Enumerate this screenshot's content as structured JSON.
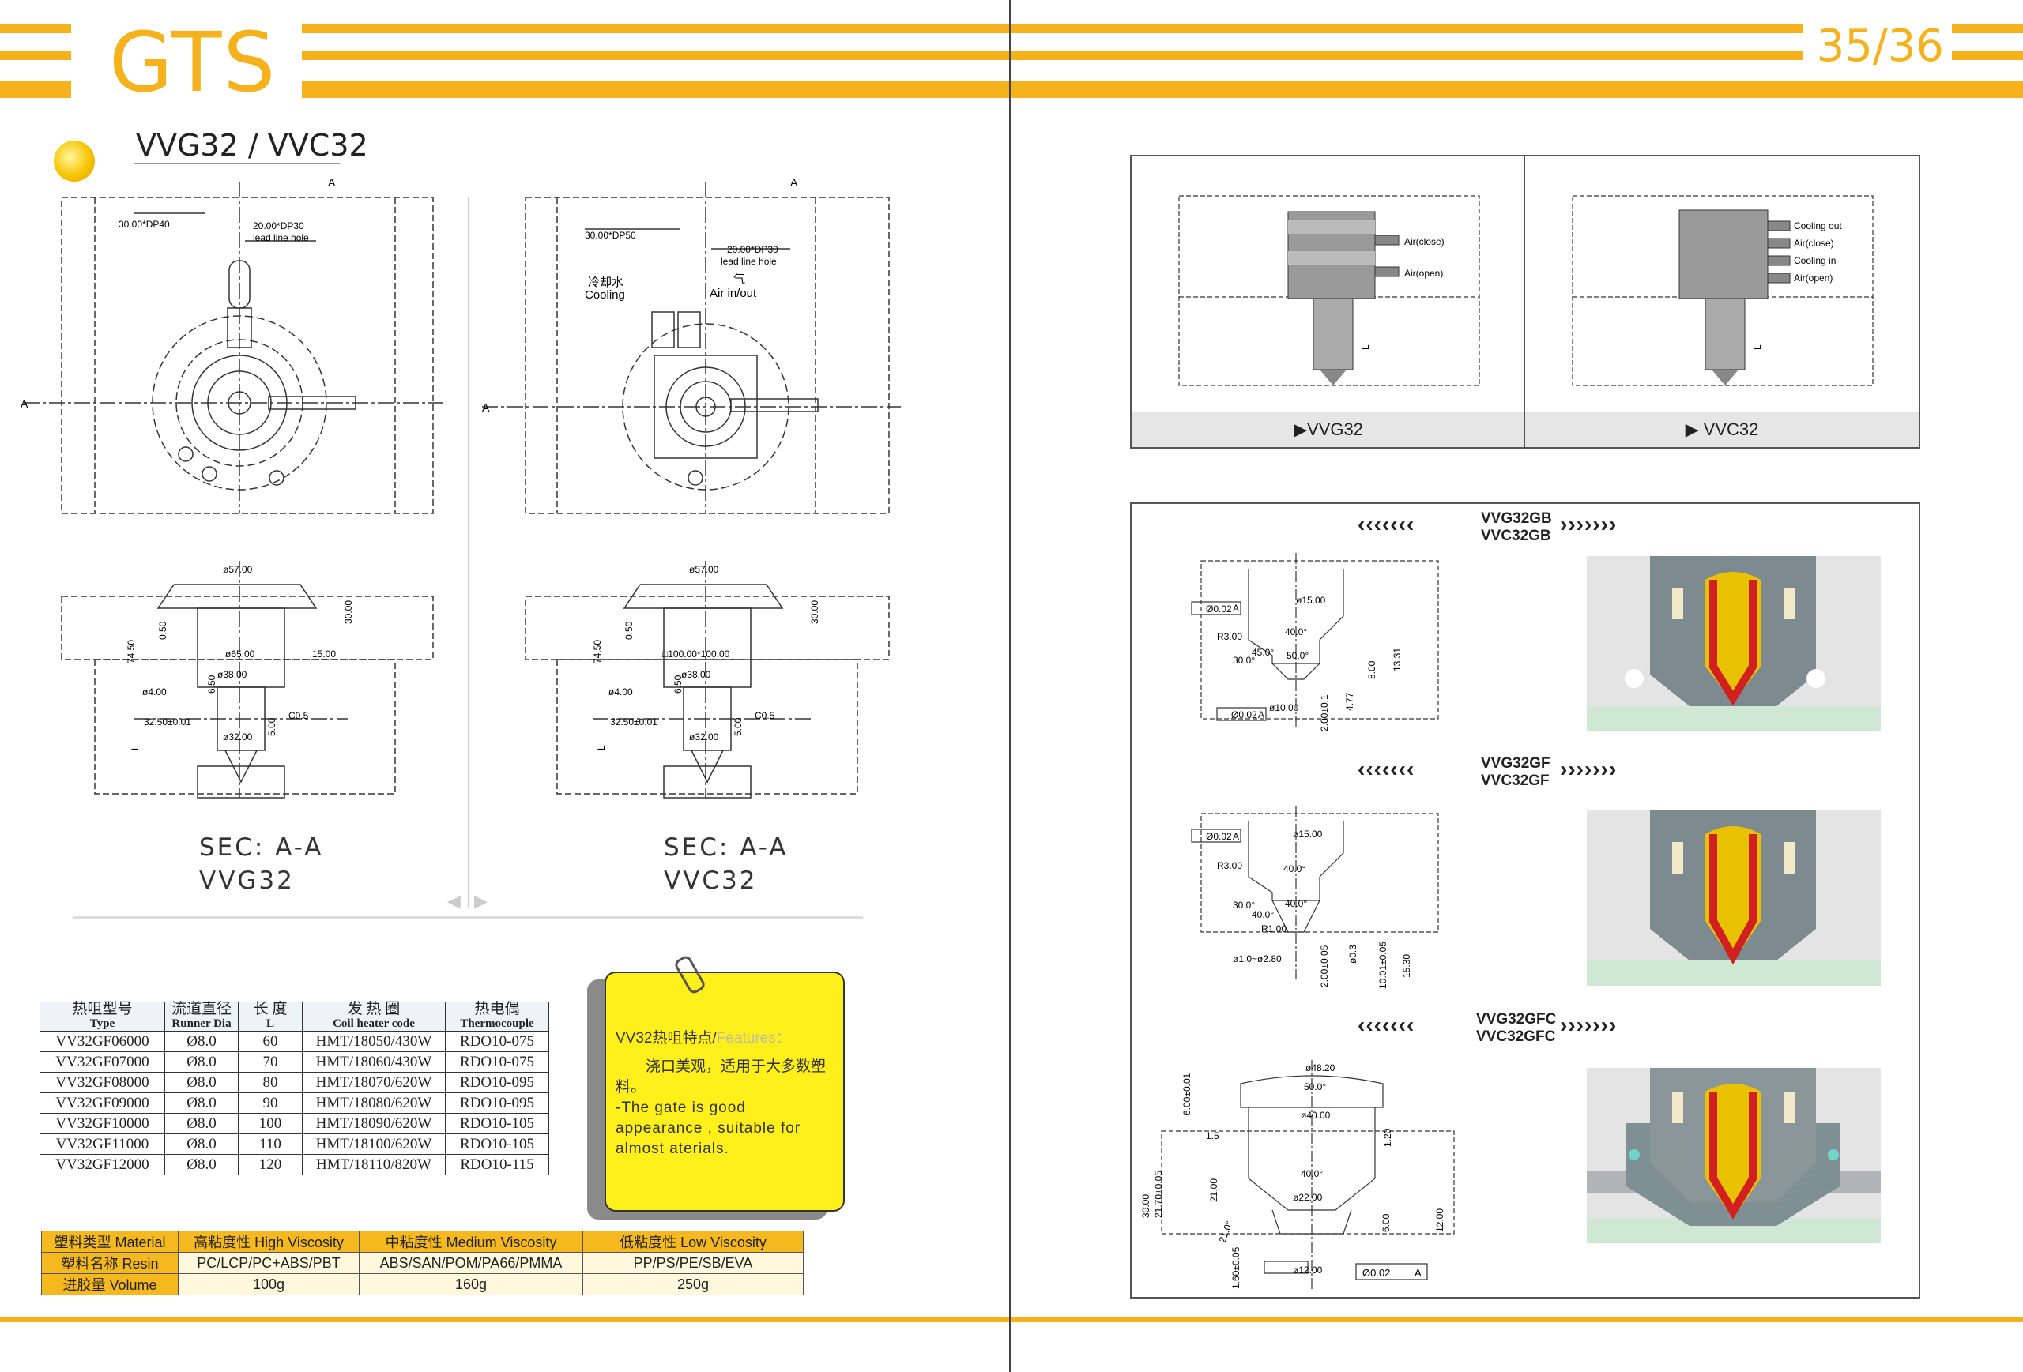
{
  "header": {
    "brand": "GTS",
    "page": "35/36",
    "accent": "#f5b21c"
  },
  "title": "VVG32 / VVC32",
  "drawings": {
    "left_caption_1": "SEC:  A-A",
    "left_caption_2": "VVG32",
    "right_caption_1": "SEC:  A-A",
    "right_caption_2": "VVC32",
    "dims_left": {
      "d1": "30.00*DP40",
      "d2": "20.00*DP30",
      "d3": "lead line hole",
      "d4": "ø57.00",
      "d5": "ø65.00",
      "d6": "ø38.00",
      "d7": "ø4.00",
      "d8": "32.50±0.01",
      "d9": "ø32.00",
      "d10": "74.50",
      "d11": "0.50",
      "d12": "15.00",
      "d13": "30.00",
      "d14": "C0.5",
      "d15": "5.00",
      "d16": "6.50",
      "d17": "L"
    },
    "dims_right": {
      "d1": "30.00*DP50",
      "d2": "20.00*DP30",
      "d3": "lead line hole",
      "cool_cn": "冷却水",
      "cool_en": "Cooling",
      "air_cn": "气",
      "air_en": "Air in/out",
      "d4": "ø57.00",
      "d5": "□100.00*100.00",
      "d6": "ø38.00",
      "d7": "ø4.00",
      "d8": "32.50±0.01",
      "d9": "ø32.00",
      "d10": "74.50",
      "d11": "0.50",
      "d13": "30.00",
      "d14": "C0.5",
      "d15": "5.00",
      "d16": "6.50",
      "d17": "L"
    },
    "axis_a": "A"
  },
  "spec_table": {
    "headers": [
      {
        "cn": "热咀型号",
        "en": "Type"
      },
      {
        "cn": "流道直径",
        "en": "Runner Dia"
      },
      {
        "cn": "长 度",
        "en": "L"
      },
      {
        "cn": "发 热 圈",
        "en": "Coil heater code"
      },
      {
        "cn": "热电偶",
        "en": "Thermocouple"
      }
    ],
    "rows": [
      [
        "VV32GF06000",
        "Ø8.0",
        "60",
        "HMT/18050/430W",
        "RDO10-075"
      ],
      [
        "VV32GF07000",
        "Ø8.0",
        "70",
        "HMT/18060/430W",
        "RDO10-075"
      ],
      [
        "VV32GF08000",
        "Ø8.0",
        "80",
        "HMT/18070/620W",
        "RDO10-095"
      ],
      [
        "VV32GF09000",
        "Ø8.0",
        "90",
        "HMT/18080/620W",
        "RDO10-095"
      ],
      [
        "VV32GF10000",
        "Ø8.0",
        "100",
        "HMT/18090/620W",
        "RDO10-105"
      ],
      [
        "VV32GF11000",
        "Ø8.0",
        "110",
        "HMT/18100/620W",
        "RDO10-105"
      ],
      [
        "VV32GF12000",
        "Ø8.0",
        "120",
        "HMT/18110/820W",
        "RDO10-115"
      ]
    ]
  },
  "features": {
    "heading_cn": "VV32热咀特点/",
    "heading_en": "Features：",
    "cn": "浇口美观，适用于大多数塑料。",
    "en": "-The gate is good appearance , suitable for almost aterials."
  },
  "material_table": {
    "rows": [
      [
        "塑料类型 Material",
        "高粘度性  High Viscosity",
        "中粘度性  Medium Viscosity",
        "低粘度性  Low Viscosity"
      ],
      [
        "塑料名称  Resin",
        "PC/LCP/PC+ABS/PBT",
        "ABS/SAN/POM/PA66/PMMA",
        "PP/PS/PE/SB/EVA"
      ],
      [
        "进胶量 Volume",
        "100g",
        "160g",
        "250g"
      ]
    ]
  },
  "products": {
    "left_label": "▶VVG32",
    "right_label": "▶ VVC32",
    "left_air_close": "Air(close)",
    "left_air_open": "Air(open)",
    "right_cool_out": "Cooling out",
    "right_air_close": "Air(close)",
    "right_cool_in": "Cooling in",
    "right_air_open": "Air(open)",
    "l_dim": "L"
  },
  "gates": [
    {
      "code1": "VVG32GB",
      "code2": "VVC32GB",
      "dims": [
        "ø15.00",
        "40.0°",
        "50.0°",
        "R3.00",
        "30.0°",
        "45.0°",
        "ø10.00",
        "8.00",
        "13.31",
        "4.77",
        "2.00±0.1",
        "Ø0.02",
        "A"
      ]
    },
    {
      "code1": "VVG32GF",
      "code2": "VVC32GF",
      "dims": [
        "ø15.00",
        "40.0°",
        "40.0°",
        "R3.00",
        "30.0°",
        "40.0°",
        "R1.00",
        "ø1.0~ø2.80",
        "2.00±0.05",
        "ø0.3",
        "10.01±0.05",
        "15.30",
        "Ø0.02",
        "A"
      ]
    },
    {
      "code1": "VVG32GFC",
      "code2": "VVC32GFC",
      "dims": [
        "ø48.20",
        "50.0°",
        "ø40.00",
        "6.00±0.01",
        "1.5",
        "1.20",
        "21.00",
        "21.70±0.05",
        "30.00",
        "40.0°",
        "ø22.00",
        "21.0°",
        "6.00",
        "12.00",
        "ø12.00",
        "1.60±0.05",
        "Ø0.02",
        "A"
      ]
    }
  ],
  "arrows": {
    "left": "‹‹‹‹‹‹‹",
    "right": "›››››››"
  }
}
